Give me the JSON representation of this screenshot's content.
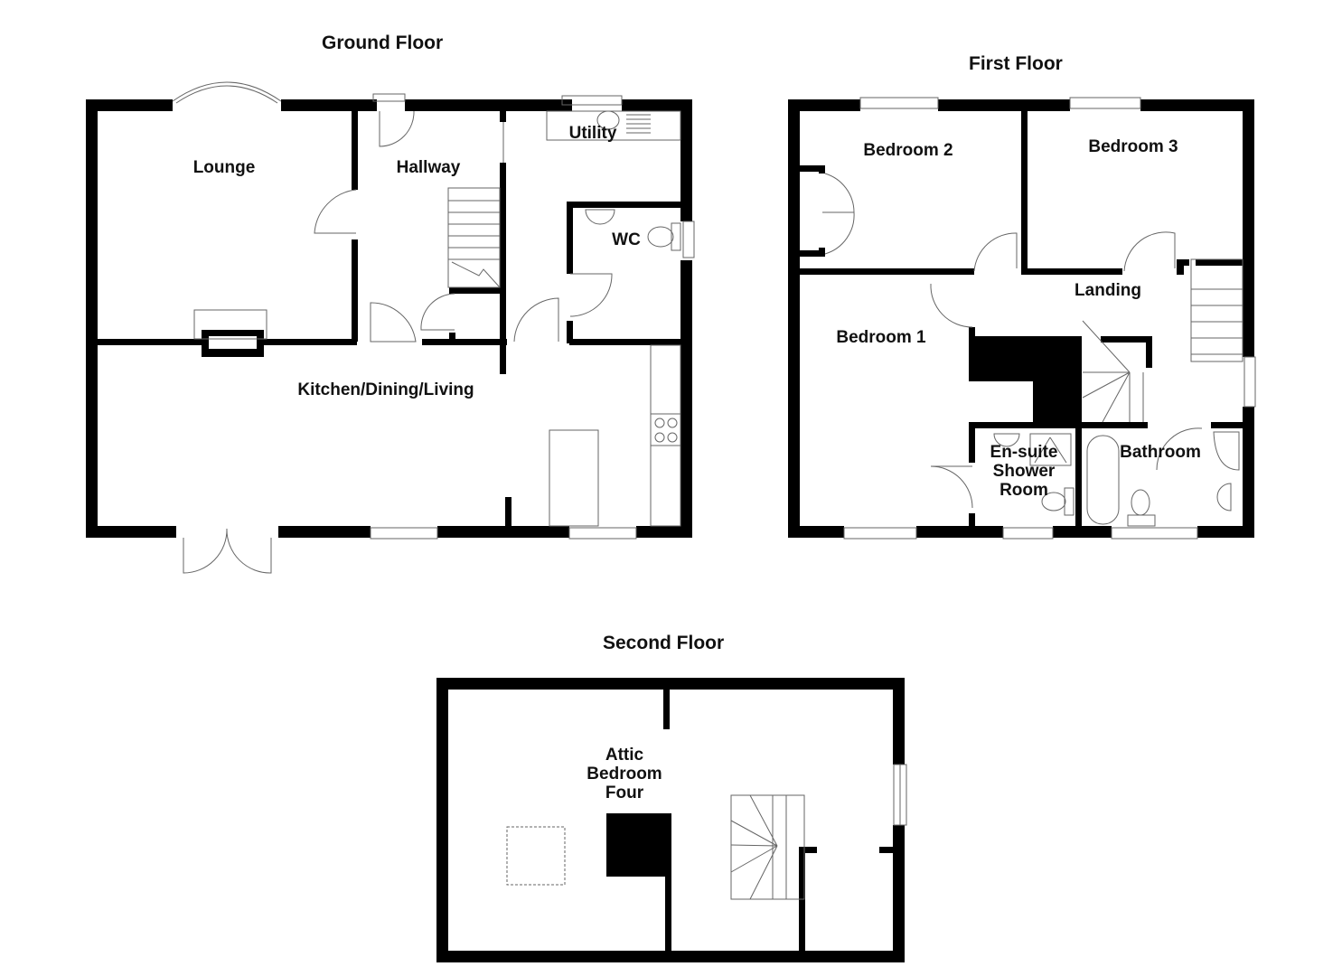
{
  "floors": {
    "ground": {
      "title": "Ground Floor",
      "rooms": {
        "lounge": "Lounge",
        "hallway": "Hallway",
        "utility": "Utility",
        "wc": "WC",
        "kitchen": "Kitchen/Dining/Living"
      }
    },
    "first": {
      "title": "First Floor",
      "rooms": {
        "bedroom2": "Bedroom 2",
        "bedroom3": "Bedroom 3",
        "landing": "Landing",
        "bedroom1": "Bedroom 1",
        "ensuite_1": "En-suite",
        "ensuite_2": "Shower",
        "ensuite_3": "Room",
        "bathroom": "Bathroom"
      }
    },
    "second": {
      "title": "Second Floor",
      "rooms": {
        "attic_1": "Attic",
        "attic_2": "Bedroom",
        "attic_3": "Four"
      }
    }
  },
  "colors": {
    "wall": "#000000",
    "fixture": "#777777",
    "background": "#ffffff"
  }
}
